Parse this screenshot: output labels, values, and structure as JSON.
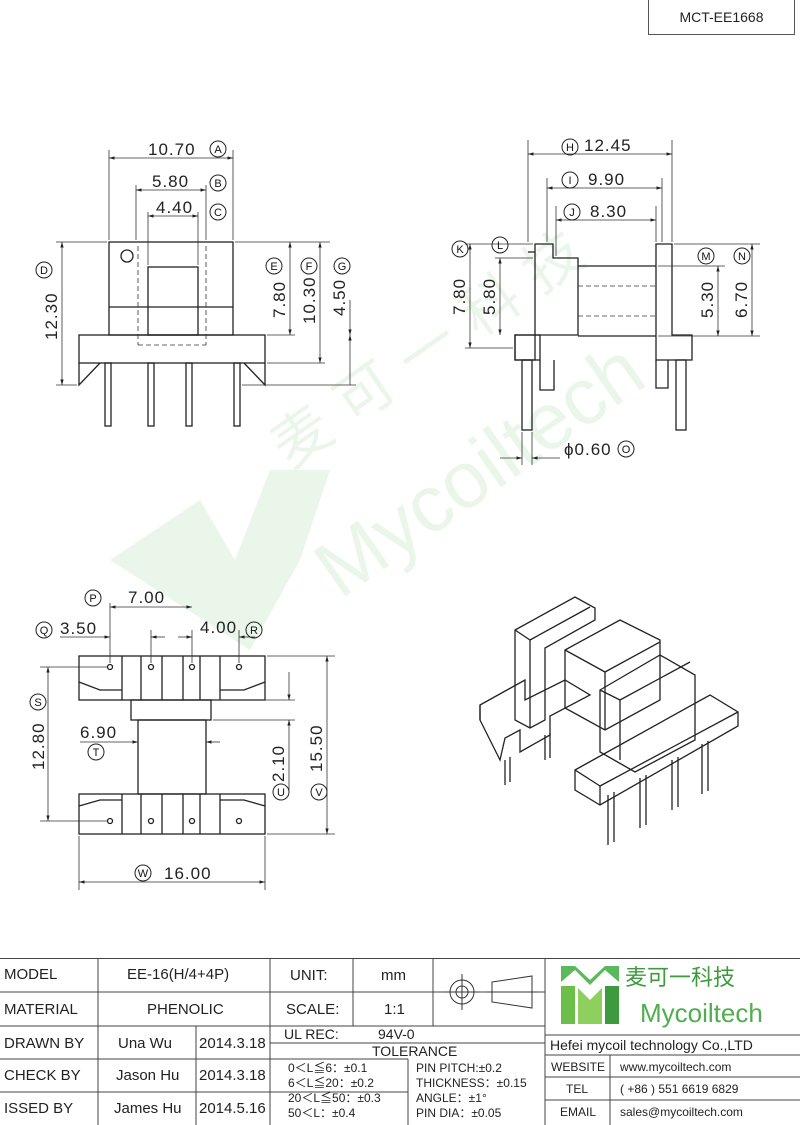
{
  "drawing_number": "MCT-EE1668",
  "watermark": {
    "cn": "麦 可 一 科 技",
    "en": "Mycoiltech"
  },
  "front_view": {
    "dims": {
      "A": "10.70",
      "B": "5.80",
      "C": "4.40",
      "D": "12.30",
      "E": "7.80",
      "F": "10.30",
      "G": "4.50"
    }
  },
  "side_view": {
    "dims": {
      "H": "12.45",
      "I": "9.90",
      "J": "8.30",
      "K": "7.80",
      "L": "5.80",
      "M": "5.30",
      "N": "6.70",
      "O": "ϕ0.60"
    }
  },
  "bottom_view": {
    "dims": {
      "P": "7.00",
      "Q": "3.50",
      "R": "4.00",
      "S": "12.80",
      "T": "6.90",
      "U": "2.10",
      "V": "15.50",
      "W": "16.00"
    }
  },
  "title_block": {
    "model_label": "MODEL",
    "model_value": "EE-16(H/4+4P)",
    "material_label": "MATERIAL",
    "material_value": "PHENOLIC",
    "drawn_label": "DRAWN BY",
    "drawn_name": "Una Wu",
    "drawn_date": "2014.3.18",
    "check_label": "CHECK BY",
    "check_name": "Jason Hu",
    "check_date": "2014.3.18",
    "issued_label": "ISSED BY",
    "issued_name": "James Hu",
    "issued_date": "2014.5.16",
    "unit_label": "UNIT:",
    "unit_value": "mm",
    "scale_label": "SCALE:",
    "scale_value": "1:1",
    "ul_label": "UL REC:",
    "ul_value": "94V-0",
    "tolerance_label": "TOLERANCE",
    "tol_left": [
      "0＜L≦6：±0.1",
      "6＜L≦20：±0.2",
      "20＜L≦50：±0.3",
      "50＜L：±0.4"
    ],
    "tol_right": [
      "PIN PITCH:±0.2",
      "THICKNESS：±0.15",
      "ANGLE：±1°",
      "PIN DIA：±0.05"
    ],
    "logo_cn": "麦可一科技",
    "logo_en": "Mycoiltech",
    "company": "Hefei mycoil technology Co.,LTD",
    "website_label": "WEBSITE",
    "website": "www.mycoiltech.com",
    "tel_label": "TEL",
    "tel": "( +86 ) 551 6619 6829",
    "email_label": "EMAIL",
    "email": "sales@mycoiltech.com",
    "brand_color": "#5cb85c"
  }
}
